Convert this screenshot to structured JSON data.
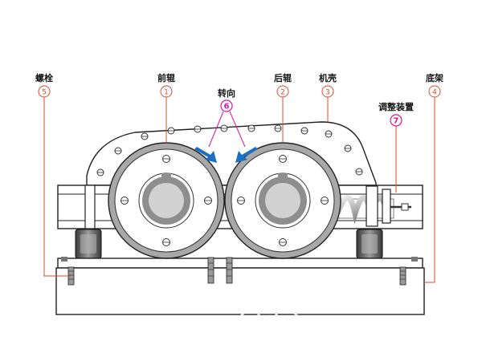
{
  "labels": {
    "bolt": "螺栓",
    "bolt_num": "5",
    "front_roll": "前辊",
    "front_roll_num": "1",
    "rotation": "转向",
    "rotation_num": "6",
    "rear_roll": "后辊",
    "rear_roll_num": "2",
    "housing": "机壳",
    "housing_num": "3",
    "adjust": "调整装置",
    "adjust_num": "7",
    "base": "底架",
    "base_num": "4"
  },
  "watermark": {
    "phone": "0371-6777  2727"
  },
  "colors": {
    "callout": "#e04a2a",
    "rotation_callout": "#d6189a",
    "arrow": "#1b6ec2",
    "roll_tire": "#a8a8a8",
    "hub": "#8e8e8e",
    "outline": "#222222"
  }
}
